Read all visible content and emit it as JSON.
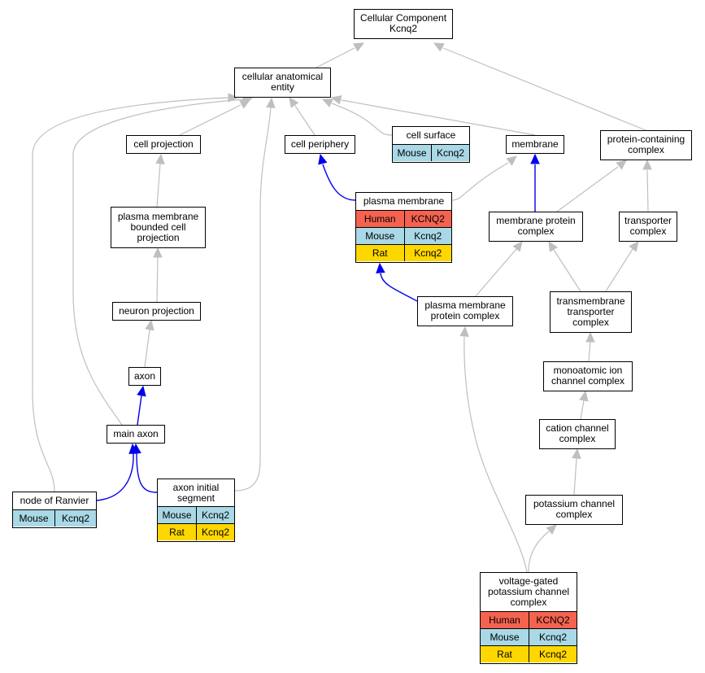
{
  "colors": {
    "human": "#f4634f",
    "mouse": "#a9d8e6",
    "rat": "#ffd700",
    "edge_default": "#bfbfbf",
    "edge_highlight": "#0000ee"
  },
  "nodes": {
    "cellular_component": {
      "label": "Cellular Component\nKcnq2"
    },
    "cellular_anatomical_entity": {
      "label": "cellular anatomical\nentity"
    },
    "cell_projection": {
      "label": "cell projection"
    },
    "cell_periphery": {
      "label": "cell periphery"
    },
    "cell_surface": {
      "label": "cell surface",
      "rows": [
        {
          "species": "Mouse",
          "gene": "Kcnq2"
        }
      ]
    },
    "membrane": {
      "label": "membrane"
    },
    "protein_containing_complex": {
      "label": "protein-containing\ncomplex"
    },
    "plasma_membrane": {
      "label": "plasma membrane",
      "rows": [
        {
          "species": "Human",
          "gene": "KCNQ2"
        },
        {
          "species": "Mouse",
          "gene": "Kcnq2"
        },
        {
          "species": "Rat",
          "gene": "Kcnq2"
        }
      ]
    },
    "plasma_membrane_bounded_cell_projection": {
      "label": "plasma membrane\nbounded cell\nprojection"
    },
    "membrane_protein_complex": {
      "label": "membrane protein\ncomplex"
    },
    "transporter_complex": {
      "label": "transporter\ncomplex"
    },
    "neuron_projection": {
      "label": "neuron projection"
    },
    "plasma_membrane_protein_complex": {
      "label": "plasma membrane\nprotein complex"
    },
    "transmembrane_transporter_complex": {
      "label": "transmembrane\ntransporter\ncomplex"
    },
    "axon": {
      "label": "axon"
    },
    "monoatomic_ion_channel_complex": {
      "label": "monoatomic ion\nchannel complex"
    },
    "main_axon": {
      "label": "main axon"
    },
    "cation_channel_complex": {
      "label": "cation channel\ncomplex"
    },
    "node_of_ranvier": {
      "label": "node of Ranvier",
      "rows": [
        {
          "species": "Mouse",
          "gene": "Kcnq2"
        }
      ]
    },
    "axon_initial_segment": {
      "label": "axon initial\nsegment",
      "rows": [
        {
          "species": "Mouse",
          "gene": "Kcnq2"
        },
        {
          "species": "Rat",
          "gene": "Kcnq2"
        }
      ]
    },
    "potassium_channel_complex": {
      "label": "potassium channel\ncomplex"
    },
    "voltage_gated_potassium_channel_complex": {
      "label": "voltage-gated\npotassium channel\ncomplex",
      "rows": [
        {
          "species": "Human",
          "gene": "KCNQ2"
        },
        {
          "species": "Mouse",
          "gene": "Kcnq2"
        },
        {
          "species": "Rat",
          "gene": "Kcnq2"
        }
      ]
    }
  },
  "edges": [
    {
      "from": "cellular_anatomical_entity",
      "to": "cellular_component",
      "type": "is_a"
    },
    {
      "from": "protein_containing_complex",
      "to": "cellular_component",
      "type": "is_a"
    },
    {
      "from": "cell_projection",
      "to": "cellular_anatomical_entity",
      "type": "is_a"
    },
    {
      "from": "cell_periphery",
      "to": "cellular_anatomical_entity",
      "type": "is_a"
    },
    {
      "from": "cell_surface",
      "to": "cellular_anatomical_entity",
      "type": "is_a"
    },
    {
      "from": "membrane",
      "to": "cellular_anatomical_entity",
      "type": "is_a"
    },
    {
      "from": "node_of_ranvier",
      "to": "cellular_anatomical_entity",
      "type": "is_a"
    },
    {
      "from": "main_axon",
      "to": "cellular_anatomical_entity",
      "type": "is_a"
    },
    {
      "from": "axon_initial_segment",
      "to": "cellular_anatomical_entity",
      "type": "is_a"
    },
    {
      "from": "plasma_membrane_bounded_cell_projection",
      "to": "cell_projection",
      "type": "is_a"
    },
    {
      "from": "neuron_projection",
      "to": "plasma_membrane_bounded_cell_projection",
      "type": "is_a"
    },
    {
      "from": "axon",
      "to": "neuron_projection",
      "type": "is_a"
    },
    {
      "from": "main_axon",
      "to": "axon",
      "type": "part_of"
    },
    {
      "from": "node_of_ranvier",
      "to": "main_axon",
      "type": "part_of"
    },
    {
      "from": "axon_initial_segment",
      "to": "main_axon",
      "type": "part_of"
    },
    {
      "from": "plasma_membrane",
      "to": "cell_periphery",
      "type": "part_of"
    },
    {
      "from": "plasma_membrane",
      "to": "membrane",
      "type": "is_a"
    },
    {
      "from": "membrane_protein_complex",
      "to": "membrane",
      "type": "part_of"
    },
    {
      "from": "membrane_protein_complex",
      "to": "protein_containing_complex",
      "type": "is_a"
    },
    {
      "from": "transporter_complex",
      "to": "protein_containing_complex",
      "type": "is_a"
    },
    {
      "from": "plasma_membrane_protein_complex",
      "to": "plasma_membrane",
      "type": "part_of"
    },
    {
      "from": "plasma_membrane_protein_complex",
      "to": "membrane_protein_complex",
      "type": "is_a"
    },
    {
      "from": "transmembrane_transporter_complex",
      "to": "membrane_protein_complex",
      "type": "is_a"
    },
    {
      "from": "transmembrane_transporter_complex",
      "to": "transporter_complex",
      "type": "is_a"
    },
    {
      "from": "monoatomic_ion_channel_complex",
      "to": "transmembrane_transporter_complex",
      "type": "is_a"
    },
    {
      "from": "cation_channel_complex",
      "to": "monoatomic_ion_channel_complex",
      "type": "is_a"
    },
    {
      "from": "potassium_channel_complex",
      "to": "cation_channel_complex",
      "type": "is_a"
    },
    {
      "from": "voltage_gated_potassium_channel_complex",
      "to": "potassium_channel_complex",
      "type": "is_a"
    },
    {
      "from": "voltage_gated_potassium_channel_complex",
      "to": "plasma_membrane_protein_complex",
      "type": "is_a"
    }
  ]
}
